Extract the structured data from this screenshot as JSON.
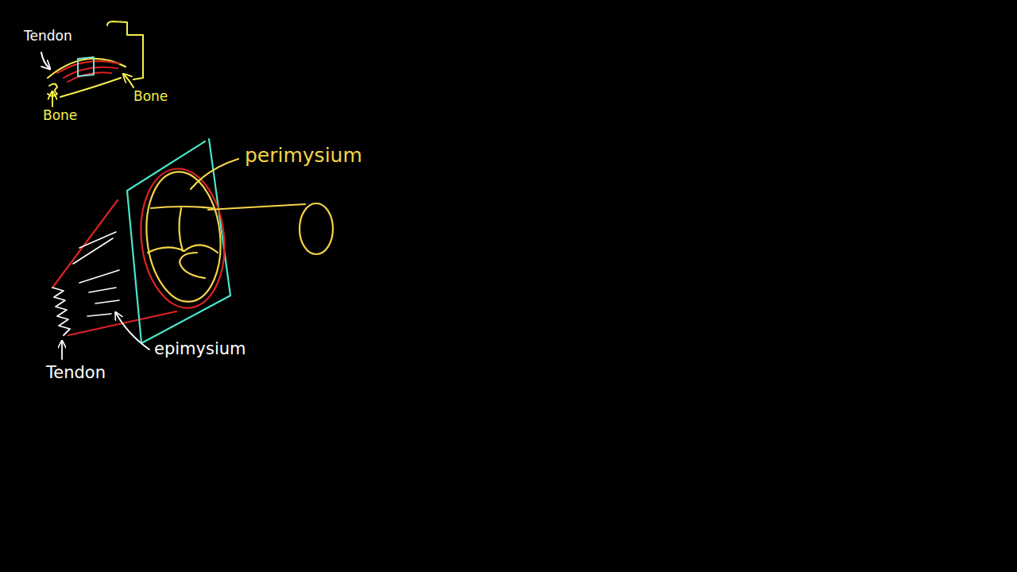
{
  "diagram": {
    "labels": [
      "Tendon",
      "Bone",
      "Bone",
      "perimysium",
      "epimysium",
      "Tendon"
    ]
  }
}
